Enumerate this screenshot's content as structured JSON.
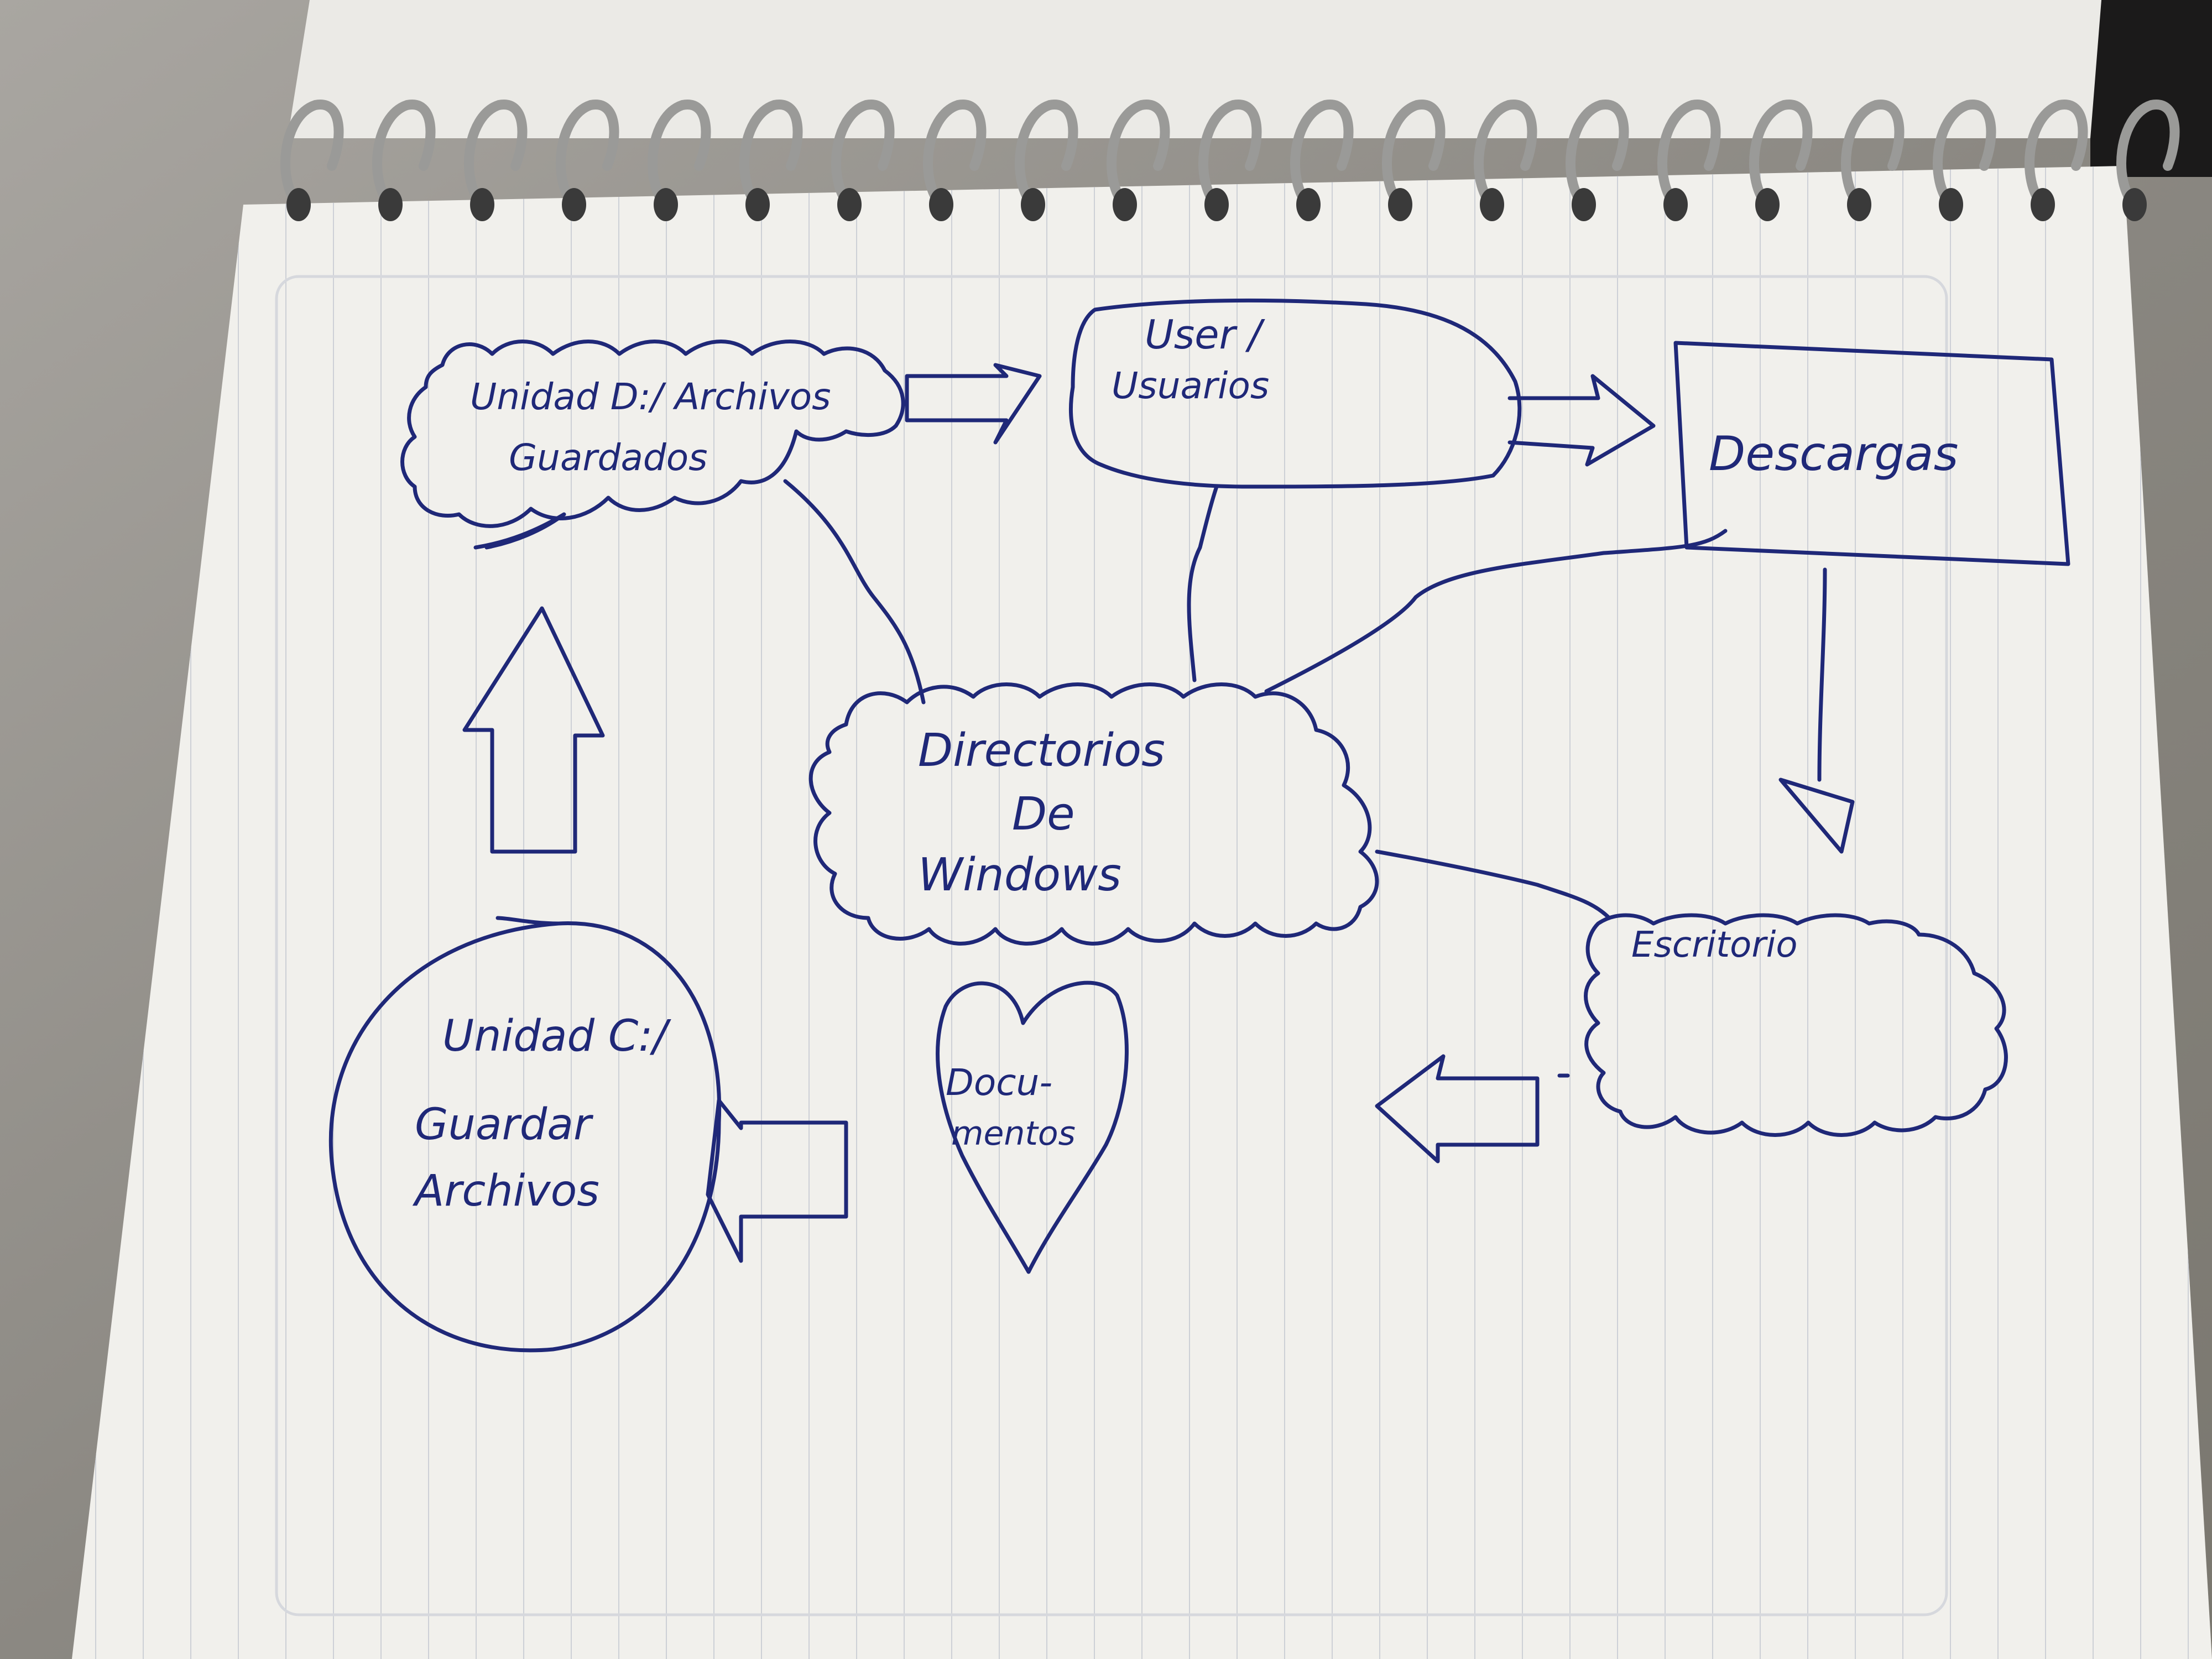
{
  "diagram": {
    "ink_color": "#1f2878",
    "paper_color": "#f1f0ec",
    "line_color": "#c9ccd4",
    "nodes": {
      "center": {
        "line1": "Directorios",
        "line2": "De",
        "line3": "Windows"
      },
      "drive_d": {
        "line1": "Unidad D:/ Archivos",
        "line2": "Guardados"
      },
      "user": {
        "line1": "User /",
        "line2": "Usuarios"
      },
      "downloads": {
        "label": "Descargas"
      },
      "desktop": {
        "label": "Escritorio"
      },
      "documents": {
        "line1": "Docu-",
        "line2": "mentos"
      },
      "drive_c": {
        "line1": "Unidad C:/",
        "line2": "Guardar",
        "line3": "Archivos"
      }
    }
  }
}
